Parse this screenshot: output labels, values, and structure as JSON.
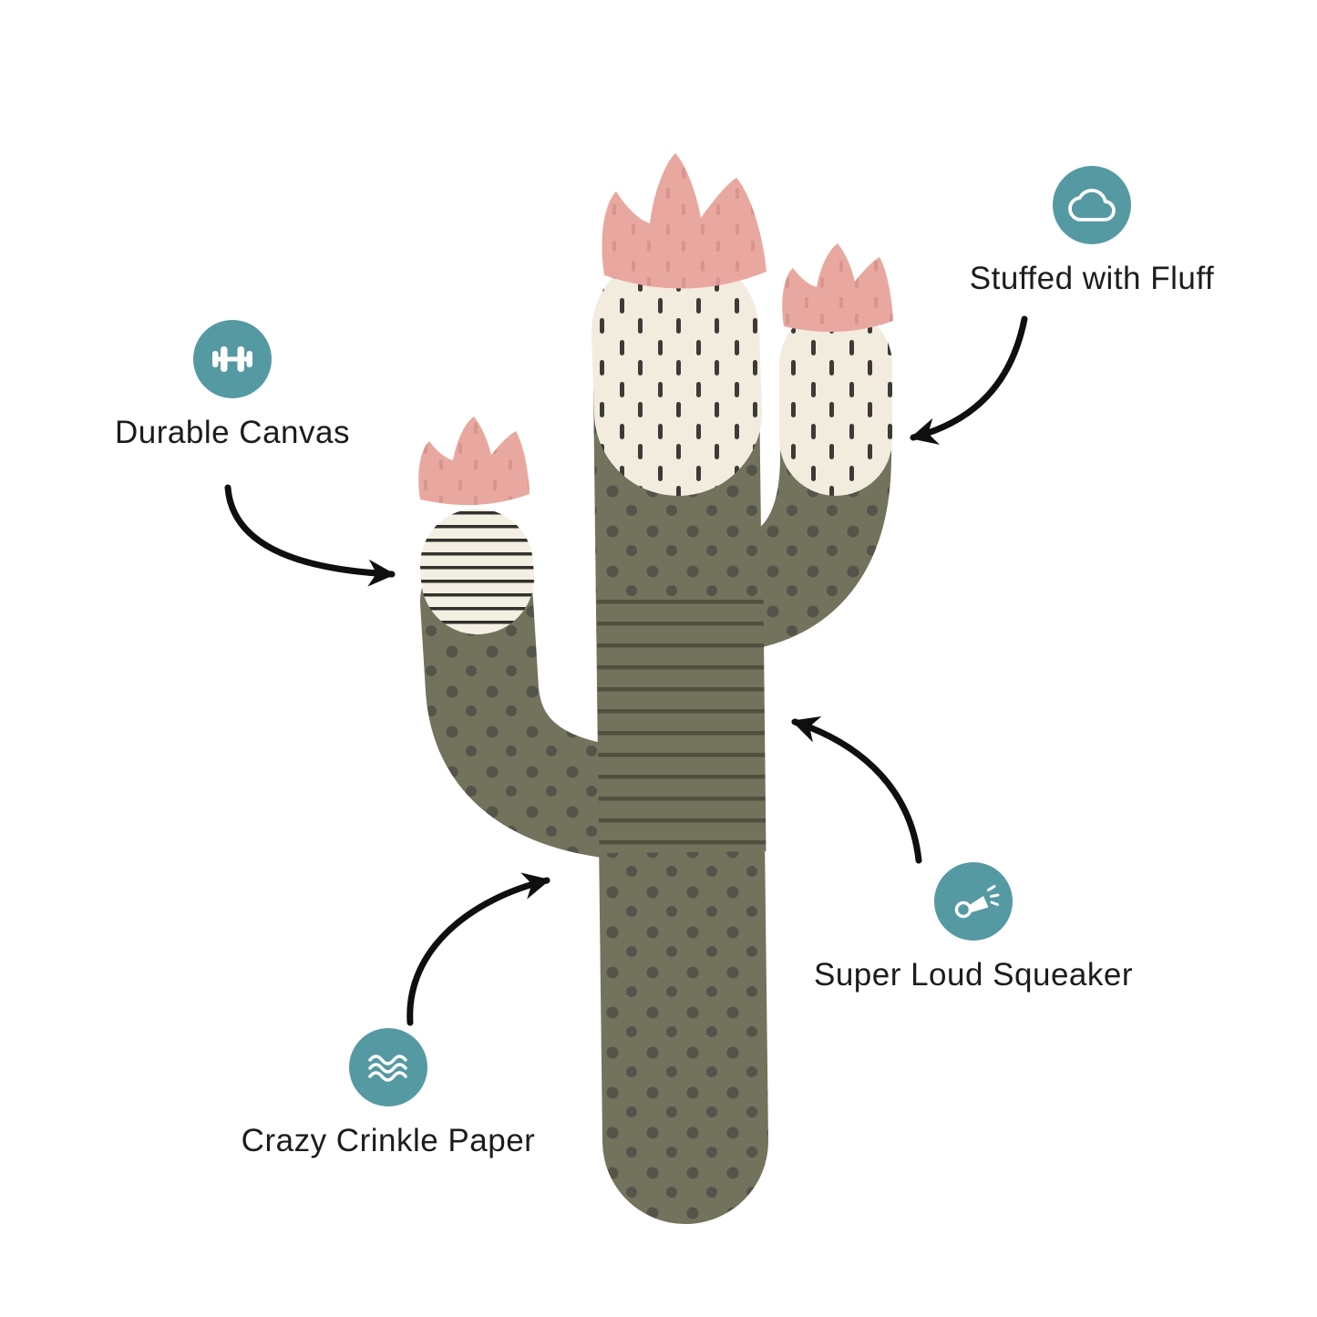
{
  "canvas": {
    "background": "#ffffff"
  },
  "palette": {
    "teal_badge": "#5599a3",
    "icon_glyph": "#ffffff",
    "label_text": "#1c1c1c",
    "arrow": "#0f0f0f",
    "cactus_olive": "#73725c",
    "cactus_dot": "#55544a",
    "cactus_stripe_dark": "#50503f",
    "cream": "#f2ecdf",
    "cream_dash": "#3e3b36",
    "cream_stripe": "#33302b",
    "flower_pink": "#e9a89f"
  },
  "features": [
    {
      "id": "fluff",
      "label": "Stuffed with Fluff",
      "icon": "fluff-cloud-icon"
    },
    {
      "id": "canvas",
      "label": "Durable Canvas",
      "icon": "dumbbell-icon"
    },
    {
      "id": "squeaker",
      "label": "Super Loud Squeaker",
      "icon": "squeaker-icon"
    },
    {
      "id": "crinkle",
      "label": "Crazy Crinkle Paper",
      "icon": "crinkle-paper-icon"
    }
  ],
  "illustration": {
    "subject": "cactus-plush-dog-toy",
    "parts": [
      "main-trunk",
      "right-arm",
      "left-arm",
      "pink-flower-top",
      "pink-flower-right",
      "pink-flower-left"
    ]
  }
}
